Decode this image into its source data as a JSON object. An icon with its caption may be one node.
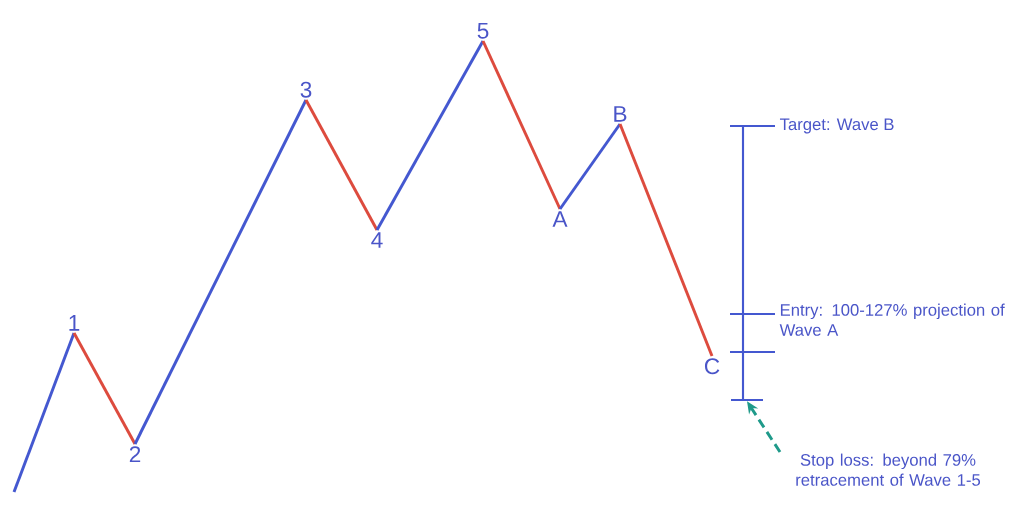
{
  "diagram": {
    "nodes": [
      {
        "text": [
          "1"
        ]
      },
      {
        "text": [
          "2"
        ]
      },
      {
        "text": [
          "3"
        ]
      },
      {
        "text": [
          "4"
        ]
      },
      {
        "text": [
          "5"
        ]
      },
      {
        "text": [
          "A"
        ]
      },
      {
        "text": [
          "B"
        ]
      },
      {
        "text": [
          "C"
        ]
      },
      {
        "text": [
          "Stop loss: beyond 79% retracement of Wave 1-5"
        ]
      },
      {
        "text": [],
        "shape": "bar"
      }
    ],
    "edges": [
      {
        "from": null,
        "to": 0,
        "arrow": "none",
        "color": "#4458d0"
      },
      {
        "from": 0,
        "to": 1,
        "arrow": "none",
        "color": "#dd4b3e"
      },
      {
        "from": 1,
        "to": 2,
        "arrow": "none",
        "color": "#4458d0"
      },
      {
        "from": 2,
        "to": 3,
        "arrow": "none",
        "color": "#dd4b3e"
      },
      {
        "from": 3,
        "to": 4,
        "arrow": "none",
        "color": "#4458d0"
      },
      {
        "from": 4,
        "to": 5,
        "arrow": "none",
        "color": "#dd4b3e"
      },
      {
        "from": 5,
        "to": 6,
        "arrow": "none",
        "color": "#4458d0"
      },
      {
        "from": 6,
        "to": 7,
        "arrow": "none",
        "color": "#dd4b3e"
      },
      {
        "from": 8,
        "to": 9,
        "arrow": "to",
        "style": "dashed",
        "color": "#1f9a8a"
      }
    ],
    "labels": [
      "Target: Wave B",
      "Entry: 100-127% projection of Wave A"
    ]
  }
}
